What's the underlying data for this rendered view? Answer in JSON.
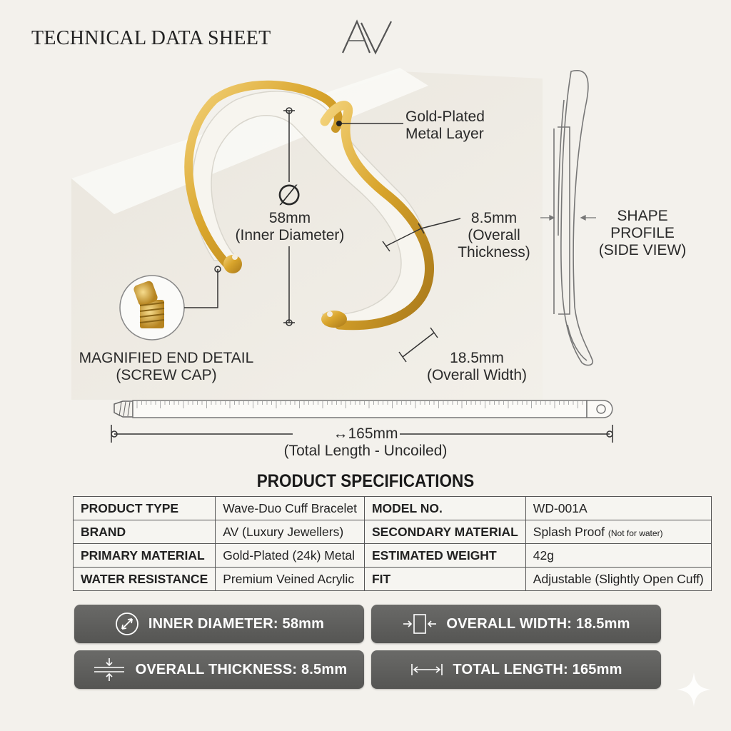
{
  "header": {
    "title": "TECHNICAL DATA SHEET",
    "logo_text": "AV"
  },
  "annotations": {
    "metal_layer": [
      "Gold-Plated",
      "Metal Layer"
    ],
    "inner_diameter_symbol": "∅",
    "inner_diameter": [
      "58mm",
      "(Inner Diameter)"
    ],
    "thickness": [
      "8.5mm",
      "(Overall",
      "Thickness)"
    ],
    "shape_profile": [
      "SHAPE",
      "PROFILE",
      "(SIDE VIEW)"
    ],
    "end_detail": [
      "MAGNIFIED END DETAIL",
      "(SCREW CAP)"
    ],
    "width": [
      "18.5mm",
      "(Overall Width)"
    ],
    "total_length": [
      "↔165mm",
      "(Total Length - Uncoiled)"
    ]
  },
  "specs": {
    "title": "PRODUCT SPECIFICATIONS",
    "rows": [
      {
        "k1": "PRODUCT TYPE",
        "v1": "Wave-Duo Cuff Bracelet",
        "k2": "MODEL NO.",
        "v2": "WD-001A"
      },
      {
        "k1": "BRAND",
        "v1": "AV (Luxury Jewellers)",
        "k2": "SECONDARY MATERIAL",
        "v2": "Splash Proof",
        "v2_note": "(Not for water)"
      },
      {
        "k1": "PRIMARY MATERIAL",
        "v1": "Gold-Plated (24k) Metal",
        "k2": "ESTIMATED WEIGHT",
        "v2": "42g"
      },
      {
        "k1": "WATER RESISTANCE",
        "v1": "Premium Veined Acrylic",
        "k2": "FIT",
        "v2": "Adjustable (Slightly Open Cuff)"
      }
    ]
  },
  "badges": {
    "inner_diameter": "INNER DIAMETER: 58mm",
    "overall_width": "OVERALL WIDTH: 18.5mm",
    "overall_thickness": "OVERALL THICKNESS: 8.5mm",
    "total_length": "TOTAL LENGTH: 165mm"
  },
  "colors": {
    "gold": "#d9a52c",
    "acrylic": "#f4f1ea",
    "badge": "#5e5e5c",
    "background": "#f3f1ec"
  },
  "icons": [
    "circle-diagonal-arrow-icon",
    "width-arrows-icon",
    "thickness-arrows-icon",
    "length-arrows-icon",
    "sparkle-icon"
  ]
}
